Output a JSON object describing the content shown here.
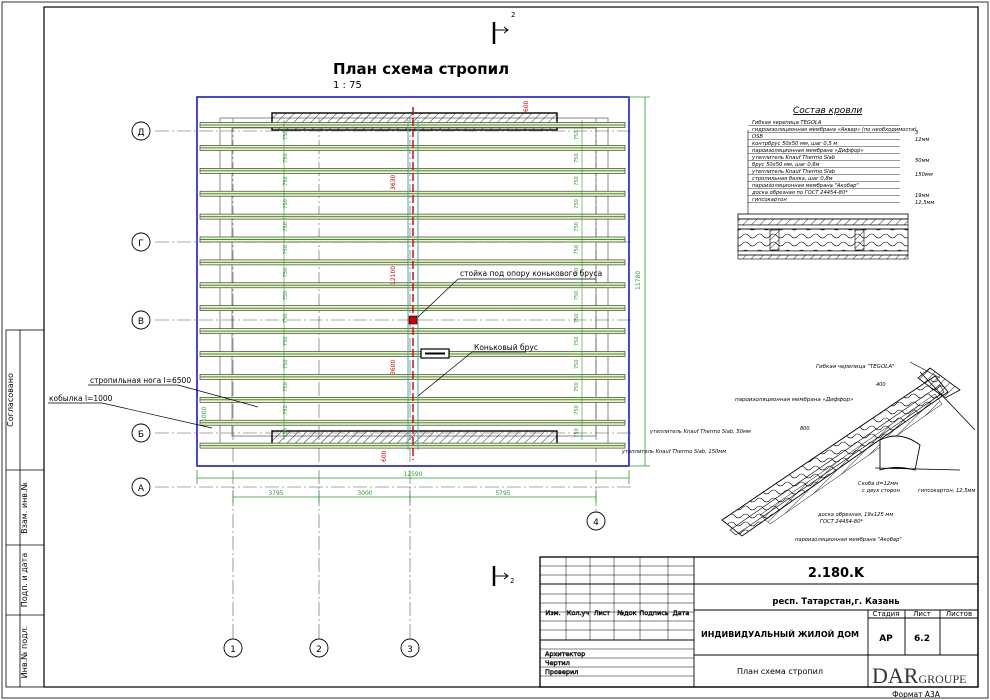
{
  "title": "План схема стропил",
  "scale": "1 : 75",
  "section_mark": "2",
  "axes_rows": [
    "Д",
    "Г",
    "В",
    "Б",
    "А"
  ],
  "axes_cols": [
    "1",
    "2",
    "3",
    "4"
  ],
  "dims_bottom": [
    "3795",
    "3000",
    "5795"
  ],
  "dim_overall": "12590",
  "dim_right": "11780",
  "dims_center": [
    "3630",
    "3600",
    "12100"
  ],
  "dim_left_small": "1000",
  "dim_edge": "600",
  "spacing_label": "750",
  "labels": {
    "rafter": "стропильная нога l=6500",
    "filly": "кобылка l=1000",
    "post": "стойка под опору конькового бруса",
    "ridge": "Коньковый брус"
  },
  "roof_comp": {
    "title": "Состав кровли",
    "rows": [
      {
        "text": "Гибкая черепица TEGOLA",
        "thk": ""
      },
      {
        "text": "гидроизоляционная мембрана «Аквар» (по необходимости)",
        "thk": "3"
      },
      {
        "text": "OSB",
        "thk": "12мм"
      },
      {
        "text": "контрбрус 50х50 мм, шаг 0,5 м",
        "thk": ""
      },
      {
        "text": "пароизоляционная мембрана «Диффор»",
        "thk": ""
      },
      {
        "text": "утеплитель Knauf Thermo Slab",
        "thk": "50мм"
      },
      {
        "text": "брус 50х50 мм, шаг 0,6м",
        "thk": ""
      },
      {
        "text": "утеплитель Knauf Thermo Slab",
        "thk": "150мм"
      },
      {
        "text": "стропильная балка, шаг 0,8м",
        "thk": ""
      },
      {
        "text": "пароизоляционная мембрана \"Акобар\"",
        "thk": ""
      },
      {
        "text": "доска обрезная по ГОСТ 24454-80*",
        "thk": "19мм"
      },
      {
        "text": "гипсокартон",
        "thk": "12,5мм"
      }
    ]
  },
  "ridge_detail": {
    "tile": "Гибкая черепица \"TEGOLA\"",
    "membrane_top": "пароизоляционная мембрана «Диффор»",
    "insul50": "утеплитель Knauf Thermo Slab, 50мм",
    "insul150": "утеплитель Knauf Thermo Slab, 150мм",
    "bracket": "Скоба d=12мм",
    "bracket2": "с двух сторон",
    "drywall": "гипсокартон, 12,5мм",
    "board": "доска обрезная, 19х125 мм",
    "board2": "ГОСТ 24454-80*",
    "vapor": "пароизоляционная мембрана \"Акобар\"",
    "d1": "400",
    "d2": "800"
  },
  "stamp": {
    "code": "2.180.K",
    "location": "респ. Татарстан,г. Казань",
    "project": "ИНДИВИДУАЛЬНЫЙ ЖИЛОЙ ДОМ",
    "sheet_title": "План схема стропил",
    "col_headers": [
      "Изм.",
      "Кол.уч",
      "Лист",
      "№док",
      "Подпись",
      "Дата"
    ],
    "roles": [
      "Архитектор",
      "Чертил",
      "Проверил"
    ],
    "stage_h": "Стадия",
    "sheet_h": "Лист",
    "sheets_h": "Листов",
    "stage": "АР",
    "sheet": "6.2",
    "company_big": "DAR",
    "company_small": "GROUPE",
    "format": "Формат А3А"
  },
  "left_strip": [
    "Согласовано",
    "Взам. инв.№",
    "Подп. и дата",
    "Инв.№ подл."
  ]
}
